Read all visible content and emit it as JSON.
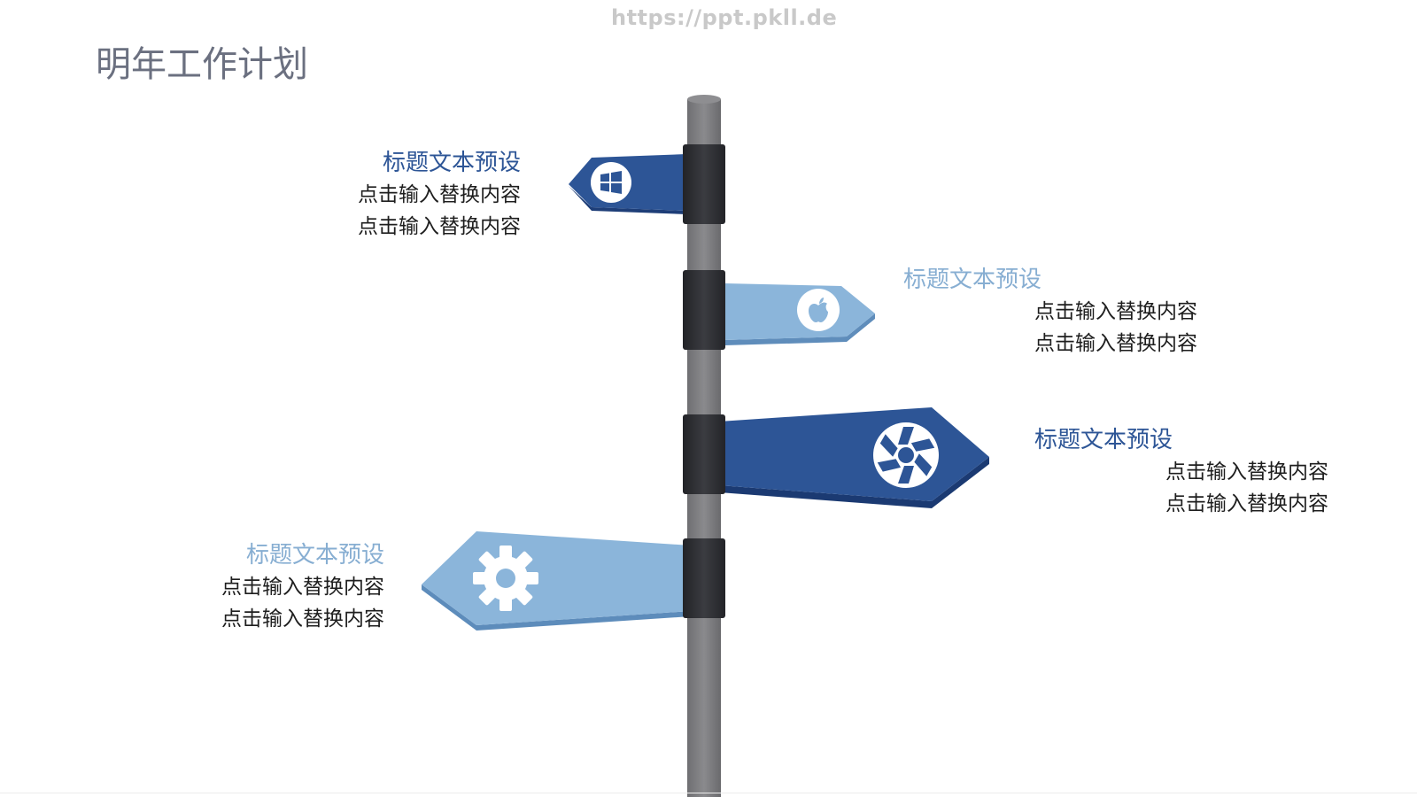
{
  "watermark": "https://ppt.pkll.de",
  "title": "明年工作计划",
  "colors": {
    "dark_blue": "#2d5596",
    "light_blue": "#87aed2",
    "pole": "#7d7d80",
    "band": "#2b2c30",
    "text": "#1e1e1e"
  },
  "signs": [
    {
      "icon": "windows-icon",
      "title": "标题文本预设",
      "line1": "点击输入替换内容",
      "line2": "点击输入替换内容"
    },
    {
      "icon": "apple-icon",
      "title": "标题文本预设",
      "line1": "点击输入替换内容",
      "line2": "点击输入替换内容"
    },
    {
      "icon": "camera-aperture-icon",
      "title": "标题文本预设",
      "line1": "点击输入替换内容",
      "line2": "点击输入替换内容"
    },
    {
      "icon": "gear-icon",
      "title": "标题文本预设",
      "line1": "点击输入替换内容",
      "line2": "点击输入替换内容"
    }
  ]
}
